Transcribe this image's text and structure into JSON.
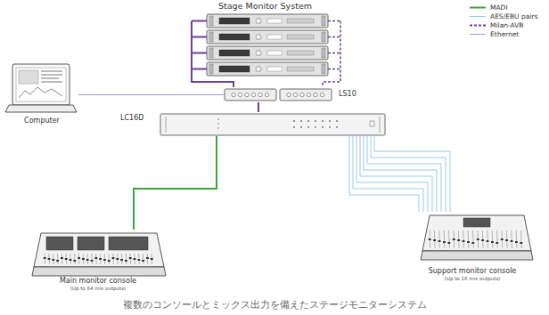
{
  "diagram": {
    "caption": "複数のコンソールとミックス出力を備えたステージモニターシステム",
    "nodes": [
      {
        "text": [
          "Stage Monitor System"
        ]
      },
      {
        "text": [
          "Computer"
        ]
      },
      {
        "text": [
          "LS10"
        ]
      },
      {
        "text": [
          "LC16D"
        ]
      },
      {
        "text": [
          "Main monitor console",
          "(Up to 64 mix outputs)"
        ]
      },
      {
        "text": [
          "Support monitor console",
          "(Up to 16 mix outputs)"
        ]
      }
    ],
    "edges": [
      {
        "from": 0,
        "to": 2,
        "arrow": "none"
      },
      {
        "from": 0,
        "to": 2,
        "arrow": "none"
      },
      {
        "from": 1,
        "to": 2,
        "arrow": "none"
      },
      {
        "from": 2,
        "to": 3,
        "arrow": "none"
      },
      {
        "from": 3,
        "to": 4,
        "arrow": "none"
      },
      {
        "from": 3,
        "to": 5,
        "arrow": "none"
      }
    ],
    "legend": [
      {
        "text": "MADI"
      },
      {
        "text": "AES/EBU pairs"
      },
      {
        "text": "Milan-AVB"
      },
      {
        "text": "Ethernet"
      }
    ]
  }
}
